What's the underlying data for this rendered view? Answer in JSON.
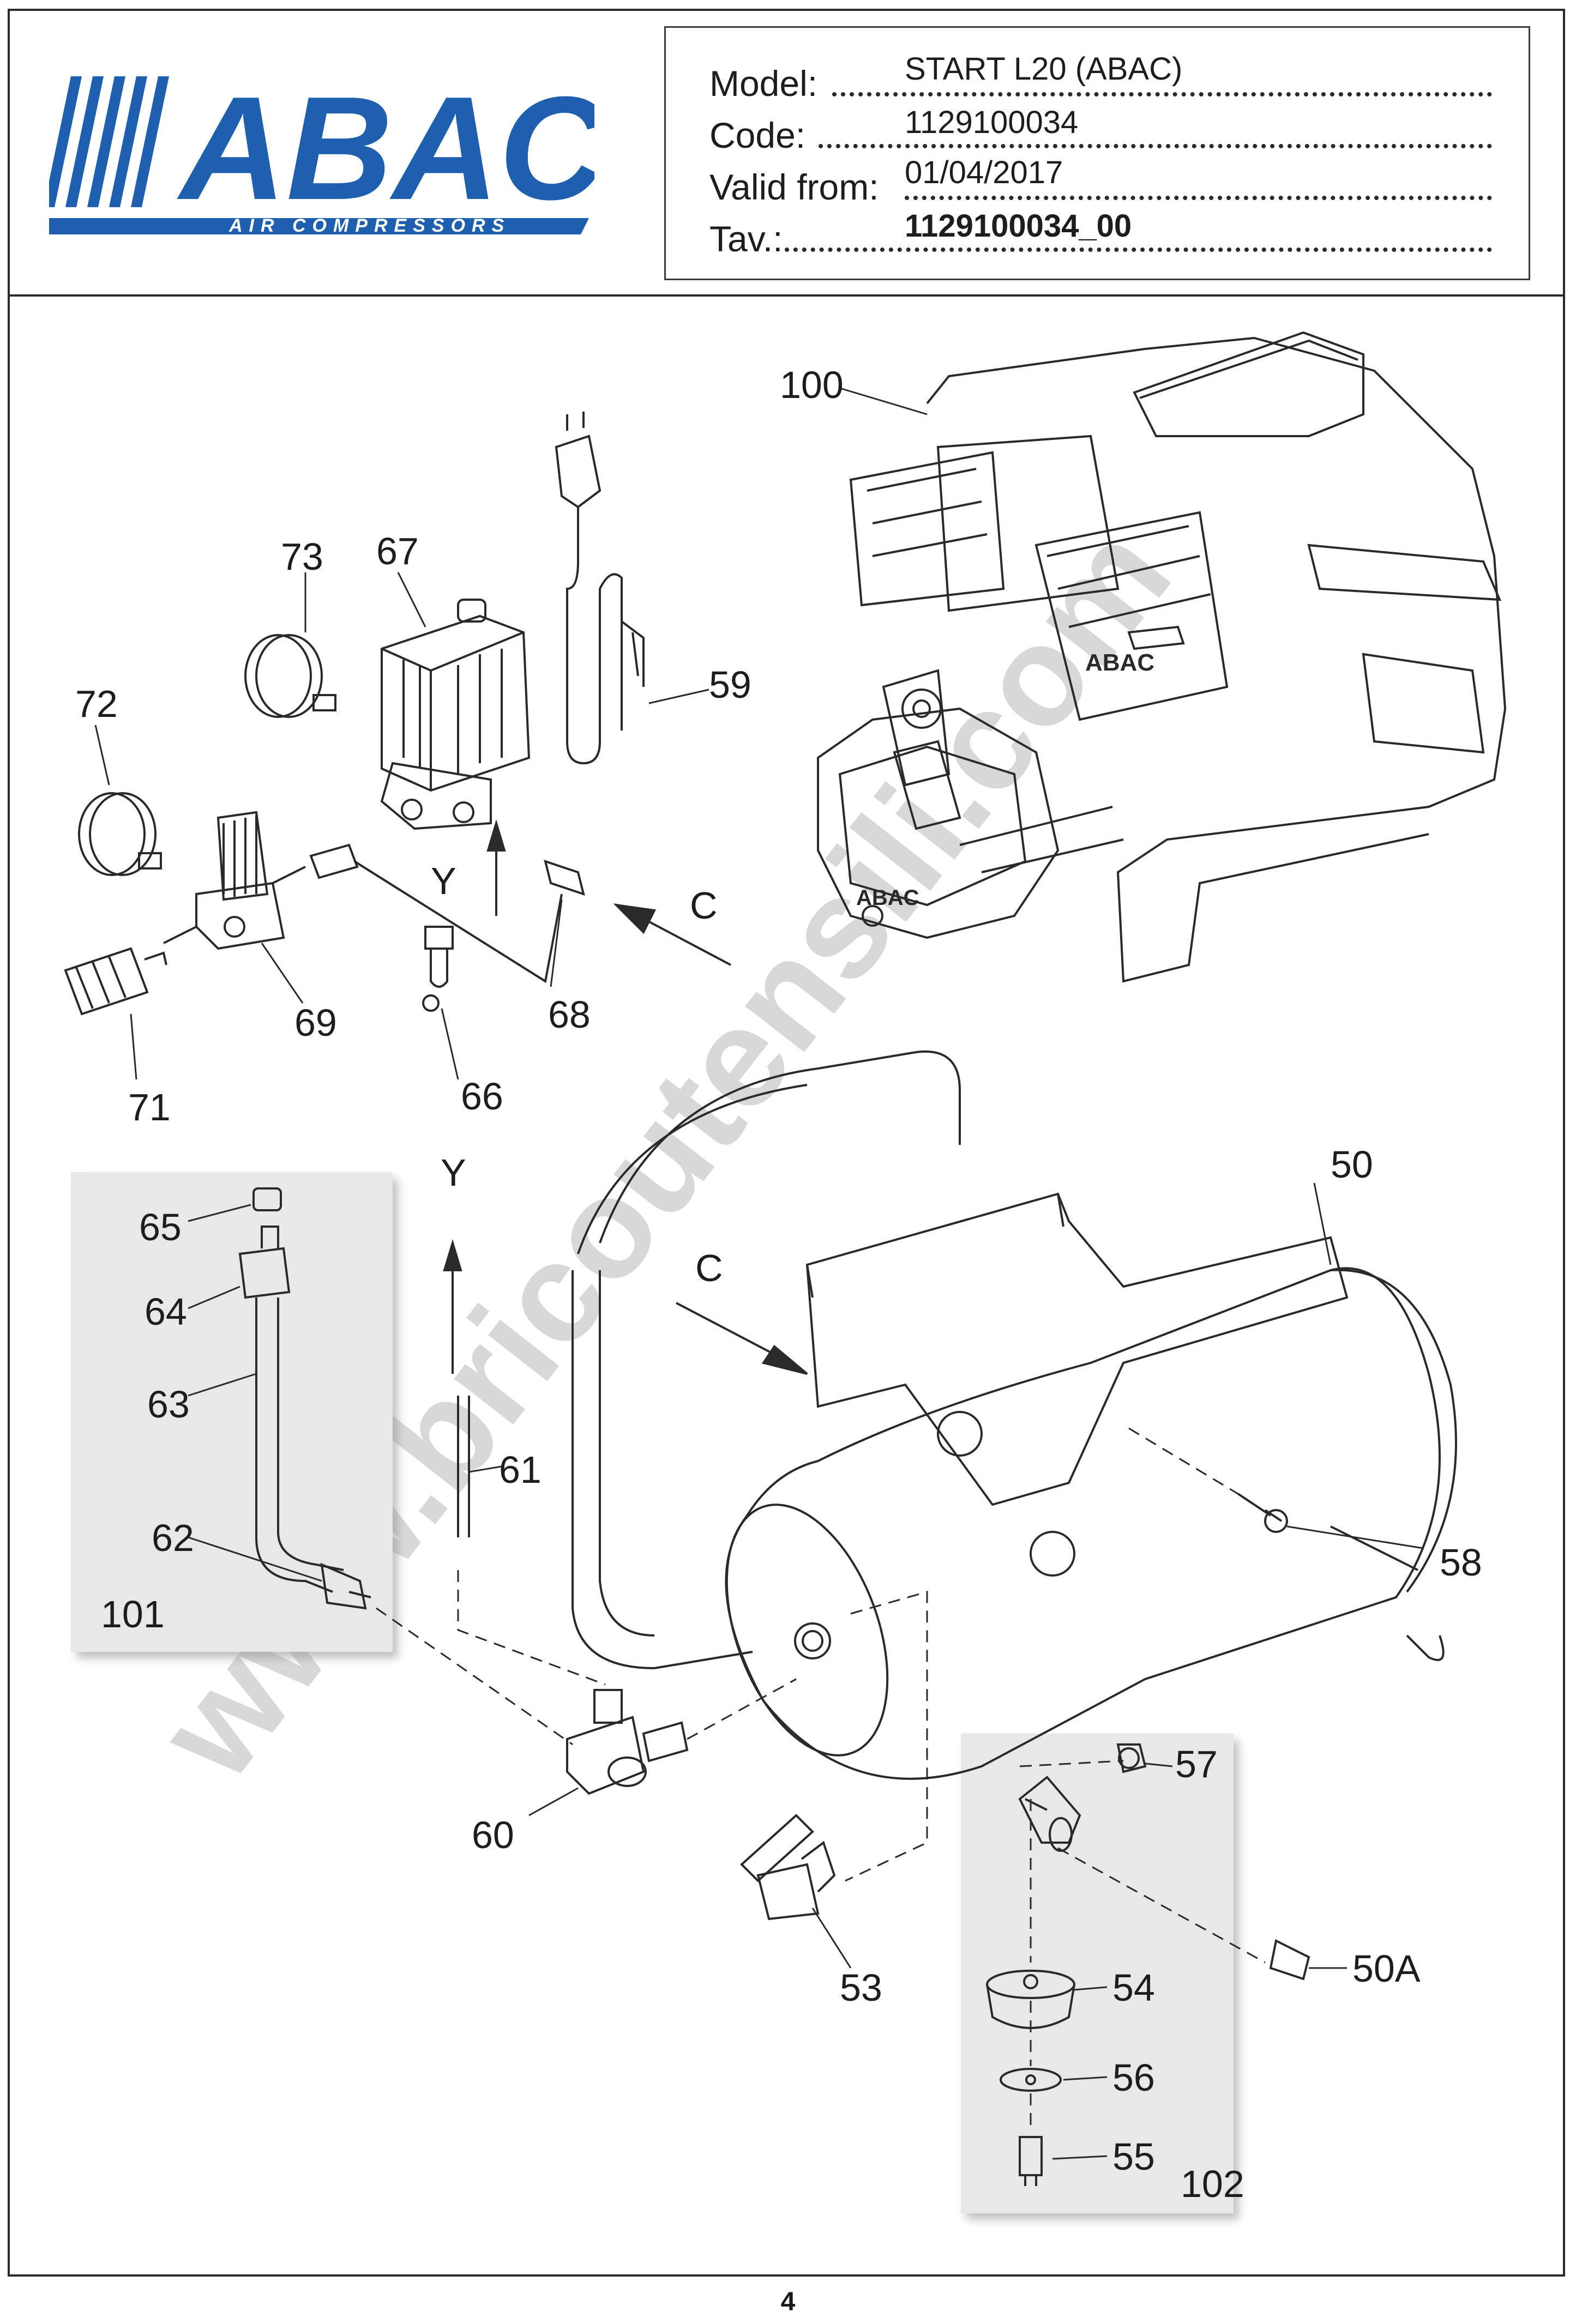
{
  "brand": {
    "logo_text": "ABAC",
    "tagline": "AIR COMPRESSORS",
    "color": "#1f5fb0"
  },
  "info": {
    "model_label": "Model:",
    "model_value": "START L20 (ABAC)",
    "code_label": "Code:",
    "code_value": "1129100034",
    "valid_label": "Valid from:",
    "valid_value": "01/04/2017",
    "tav_label": "Tav.:",
    "tav_value": "1129100034_00"
  },
  "callouts": {
    "c100": "100",
    "c73": "73",
    "c67": "67",
    "c72": "72",
    "c59": "59",
    "c69": "69",
    "c71": "71",
    "c66": "66",
    "c68": "68",
    "cY1": "Y",
    "cC1": "C",
    "cY2": "Y",
    "cC2": "C",
    "c50": "50",
    "c65": "65",
    "c64": "64",
    "c63": "63",
    "c62": "62",
    "c101": "101",
    "c61": "61",
    "c58": "58",
    "c60": "60",
    "c53": "53",
    "c57": "57",
    "c50A": "50A",
    "c54": "54",
    "c56": "56",
    "c55": "55",
    "c102": "102"
  },
  "watermark": "www.bricoutensili.com",
  "page_number": "4",
  "colors": {
    "line": "#2a2a2a",
    "panel": "#e6e6e6",
    "shadow": "#c8c8c8"
  }
}
